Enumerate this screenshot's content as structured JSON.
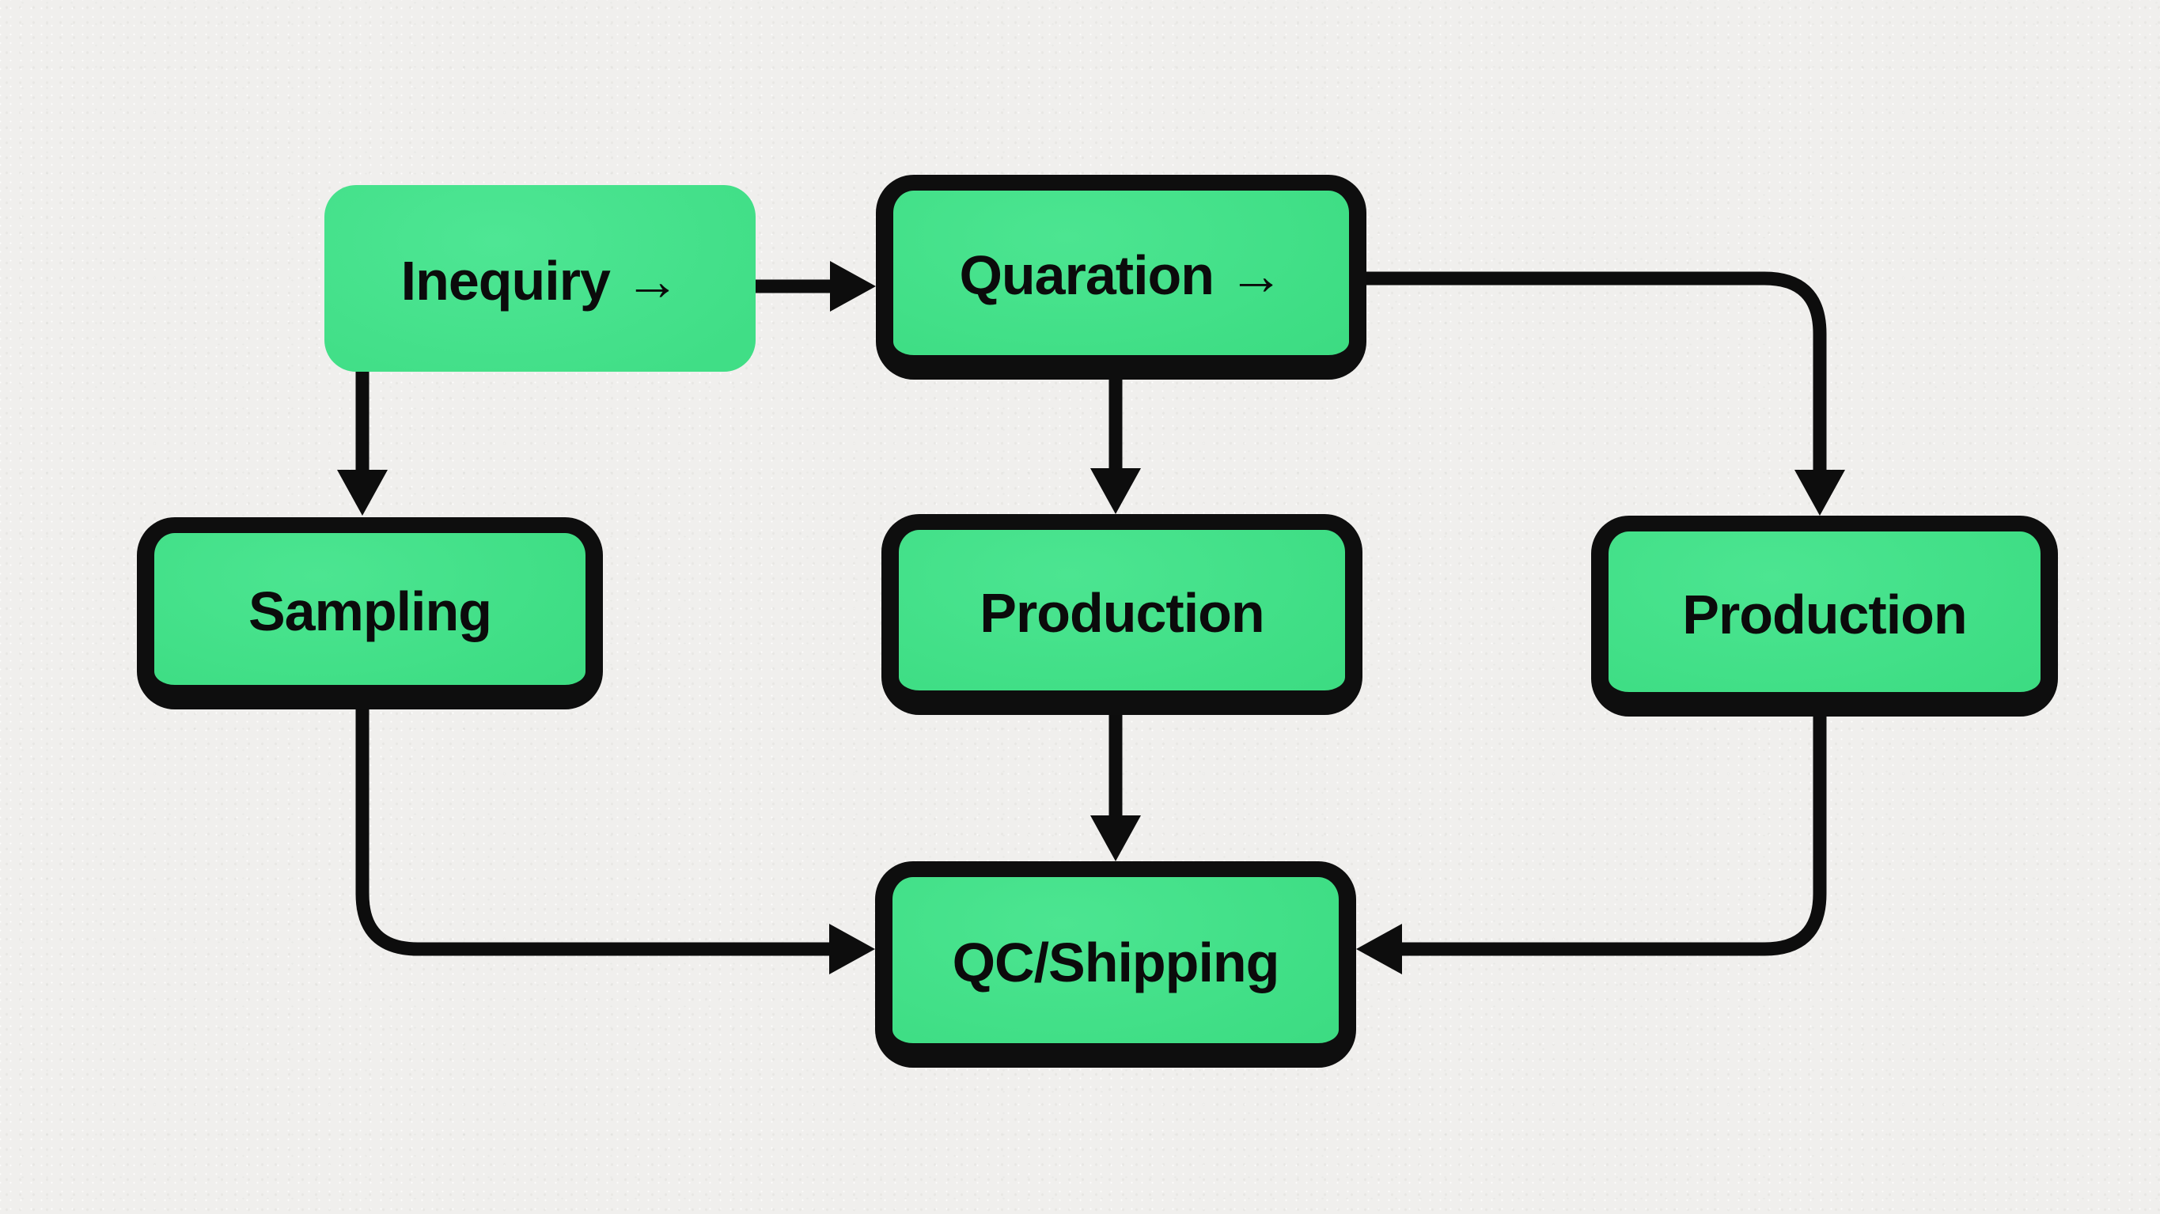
{
  "diagram": {
    "background_color": "#f0efed",
    "node_fill_color": "#3fde85",
    "node_border_color": "#0e0e0e",
    "connector_color": "#0d0d0d",
    "text_color": "#0b0b0b",
    "nodes": [
      {
        "id": "inquiry",
        "label": "Inequiry →",
        "bordered": false
      },
      {
        "id": "quotation",
        "label": "Quaration →",
        "bordered": true
      },
      {
        "id": "sampling",
        "label": "Sampling",
        "bordered": true
      },
      {
        "id": "production-center",
        "label": "Production",
        "bordered": true
      },
      {
        "id": "production-right",
        "label": "Production",
        "bordered": true
      },
      {
        "id": "qc-shipping",
        "label": "QC/Shipping",
        "bordered": true
      }
    ],
    "edges": [
      {
        "from": "inquiry",
        "to": "quotation"
      },
      {
        "from": "inquiry",
        "to": "sampling"
      },
      {
        "from": "quotation",
        "to": "production-center"
      },
      {
        "from": "quotation",
        "to": "production-right"
      },
      {
        "from": "production-center",
        "to": "qc-shipping"
      },
      {
        "from": "sampling",
        "to": "qc-shipping"
      },
      {
        "from": "production-right",
        "to": "qc-shipping"
      }
    ]
  }
}
